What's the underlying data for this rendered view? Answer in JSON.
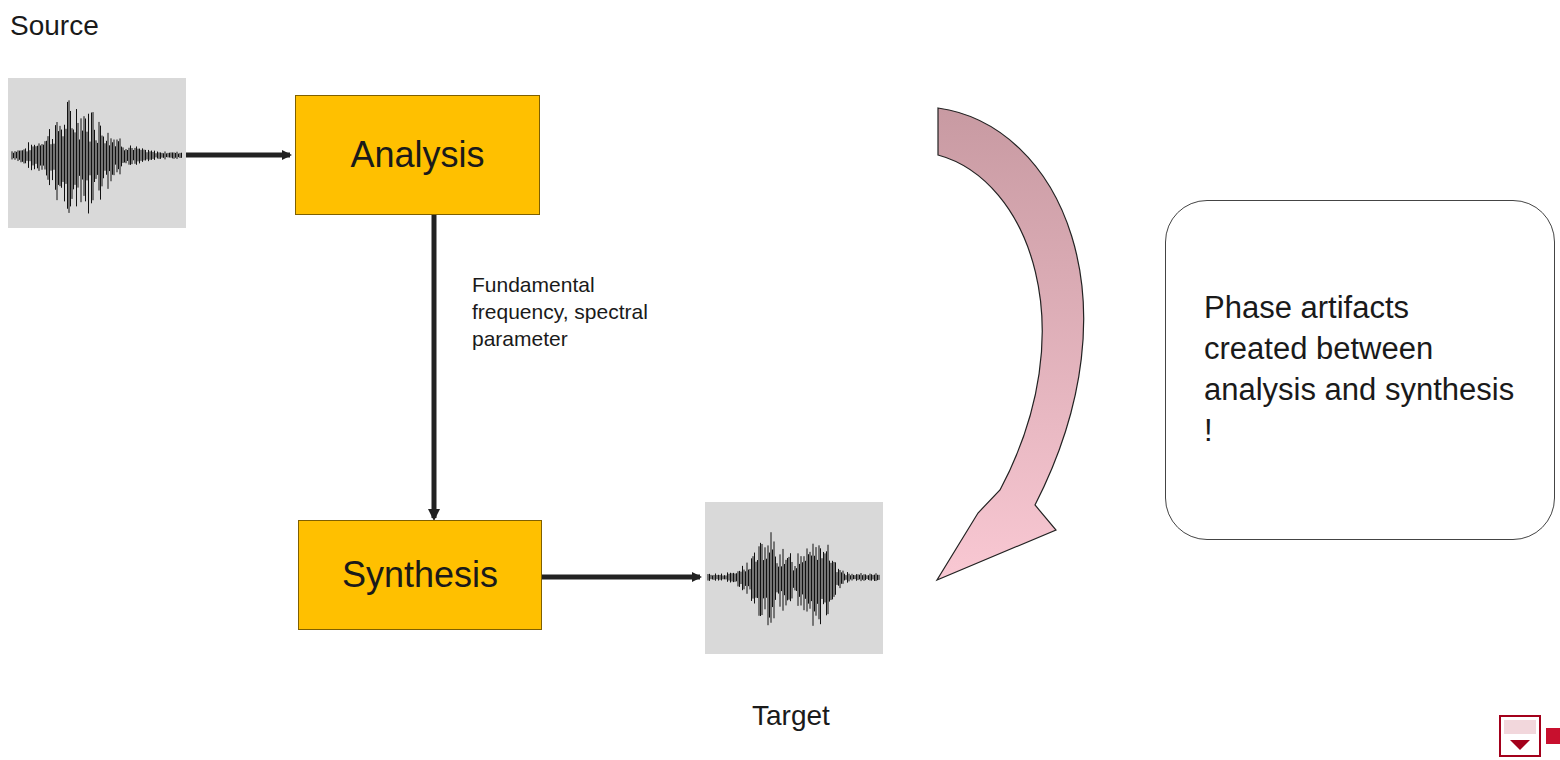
{
  "diagram": {
    "nodes": [
      {
        "text": [
          "Analysis"
        ]
      },
      {
        "text": [
          "Synthesis"
        ]
      },
      {
        "text": [
          "Phase artifacts created between analysis and synthesis !"
        ]
      }
    ],
    "edges": [
      {
        "from": 0,
        "to": 1,
        "arrow": "to",
        "label": "Fundamental frequency, spectral parameter"
      }
    ],
    "labels": [
      "Source",
      "Target"
    ]
  }
}
